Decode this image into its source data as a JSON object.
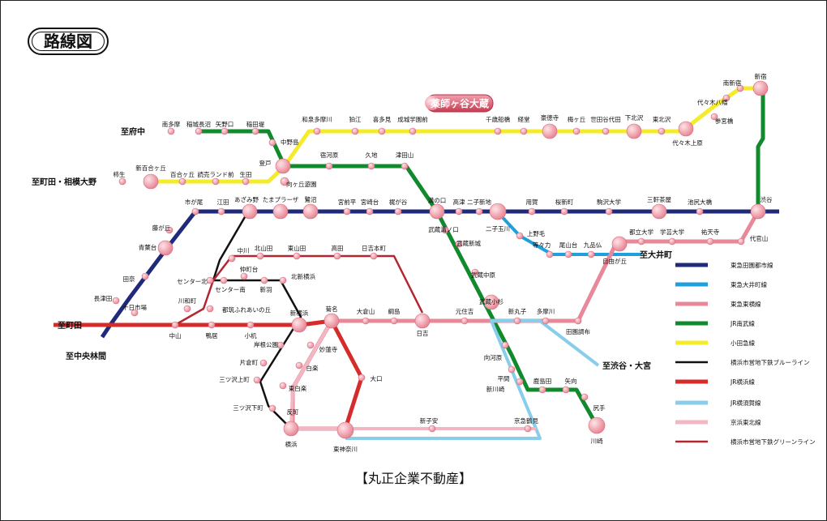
{
  "title": "路線図",
  "footer": "【丸正企業不動産】",
  "highlight_station": "薬師ヶ谷大蔵",
  "colors": {
    "toyoko_den": "#1f2a7a",
    "oimachi": "#1ea0dc",
    "toyoko": "#e8899a",
    "nambu": "#118a2e",
    "odakyu": "#f4ec2a",
    "blue_line": "#111111",
    "yokohama": "#d62b2b",
    "yokosuka": "#88cdea",
    "keihin": "#f2b7c3",
    "green_line": "#b3262f",
    "station": "#e88795"
  },
  "legend": [
    {
      "label": "東急田園都市線",
      "color": "#1f2a7a"
    },
    {
      "label": "東急大井町線",
      "color": "#1ea0dc"
    },
    {
      "label": "東急東横線",
      "color": "#e8899a"
    },
    {
      "label": "JR南武線",
      "color": "#118a2e"
    },
    {
      "label": "小田急線",
      "color": "#f4ec2a"
    },
    {
      "label": "横浜市営地下鉄ブルーライン",
      "color": "#111111"
    },
    {
      "label": "JR横浜線",
      "color": "#d62b2b"
    },
    {
      "label": "JR横須賀線",
      "color": "#88cdea"
    },
    {
      "label": "京浜東北線",
      "color": "#f2b7c3"
    },
    {
      "label": "横浜市営地下鉄グリーンライン",
      "color": "#b3262f"
    }
  ],
  "destinations": [
    "至府中",
    "至町田・相模大野",
    "至町田",
    "至中央林間",
    "至大井町",
    "至渋谷・大宮"
  ],
  "stations": [
    "南多摩",
    "稲城長沼",
    "矢野口",
    "稲田堤",
    "中野島",
    "登戸",
    "向ヶ丘遊園",
    "和泉多摩川",
    "狛江",
    "喜多見",
    "成城学園前",
    "千歳船橋",
    "経堂",
    "豪徳寺",
    "梅ヶ丘",
    "世田谷代田",
    "下北沢",
    "東北沢",
    "代々木上原",
    "代々木八幡",
    "参宮橋",
    "南新宿",
    "新宿",
    "柿生",
    "新百合ヶ丘",
    "百合ヶ丘",
    "読売ランド前",
    "生田",
    "宿河原",
    "久地",
    "津田山",
    "溝の口",
    "武蔵溝ノ口",
    "武蔵新城",
    "武蔵中原",
    "武蔵小杉",
    "向河原",
    "平間",
    "鹿島田",
    "矢向",
    "尻手",
    "川崎",
    "市が尾",
    "江田",
    "あざみ野",
    "たまプラーザ",
    "鷺沼",
    "宮前平",
    "宮崎台",
    "梶が谷",
    "高津",
    "二子新地",
    "二子玉川",
    "用賀",
    "桜新町",
    "駒沢大学",
    "三軒茶屋",
    "池尻大橋",
    "渋谷",
    "藤が丘",
    "青葉台",
    "田奈",
    "長津田",
    "十日市場",
    "中山",
    "鴨居",
    "小机",
    "新横浜",
    "菊名",
    "東神奈川",
    "上野毛",
    "等々力",
    "尾山台",
    "九品仏",
    "自由が丘",
    "都立大学",
    "学芸大学",
    "祐天寺",
    "代官山",
    "新丸子",
    "多摩川",
    "田園調布",
    "元住吉",
    "日吉",
    "綱島",
    "大倉山",
    "妙蓮寺",
    "白楽",
    "東白楽",
    "反町",
    "横浜",
    "中川",
    "北山田",
    "東山田",
    "高田",
    "日吉本町",
    "センター北",
    "センター南",
    "仲町台",
    "新羽",
    "北新横浜",
    "川和町",
    "都筑ふれあいの丘",
    "岸根公園",
    "片倉町",
    "三ツ沢上町",
    "三ツ沢下町",
    "大口",
    "新子安",
    "京急鶴見",
    "新川崎"
  ]
}
